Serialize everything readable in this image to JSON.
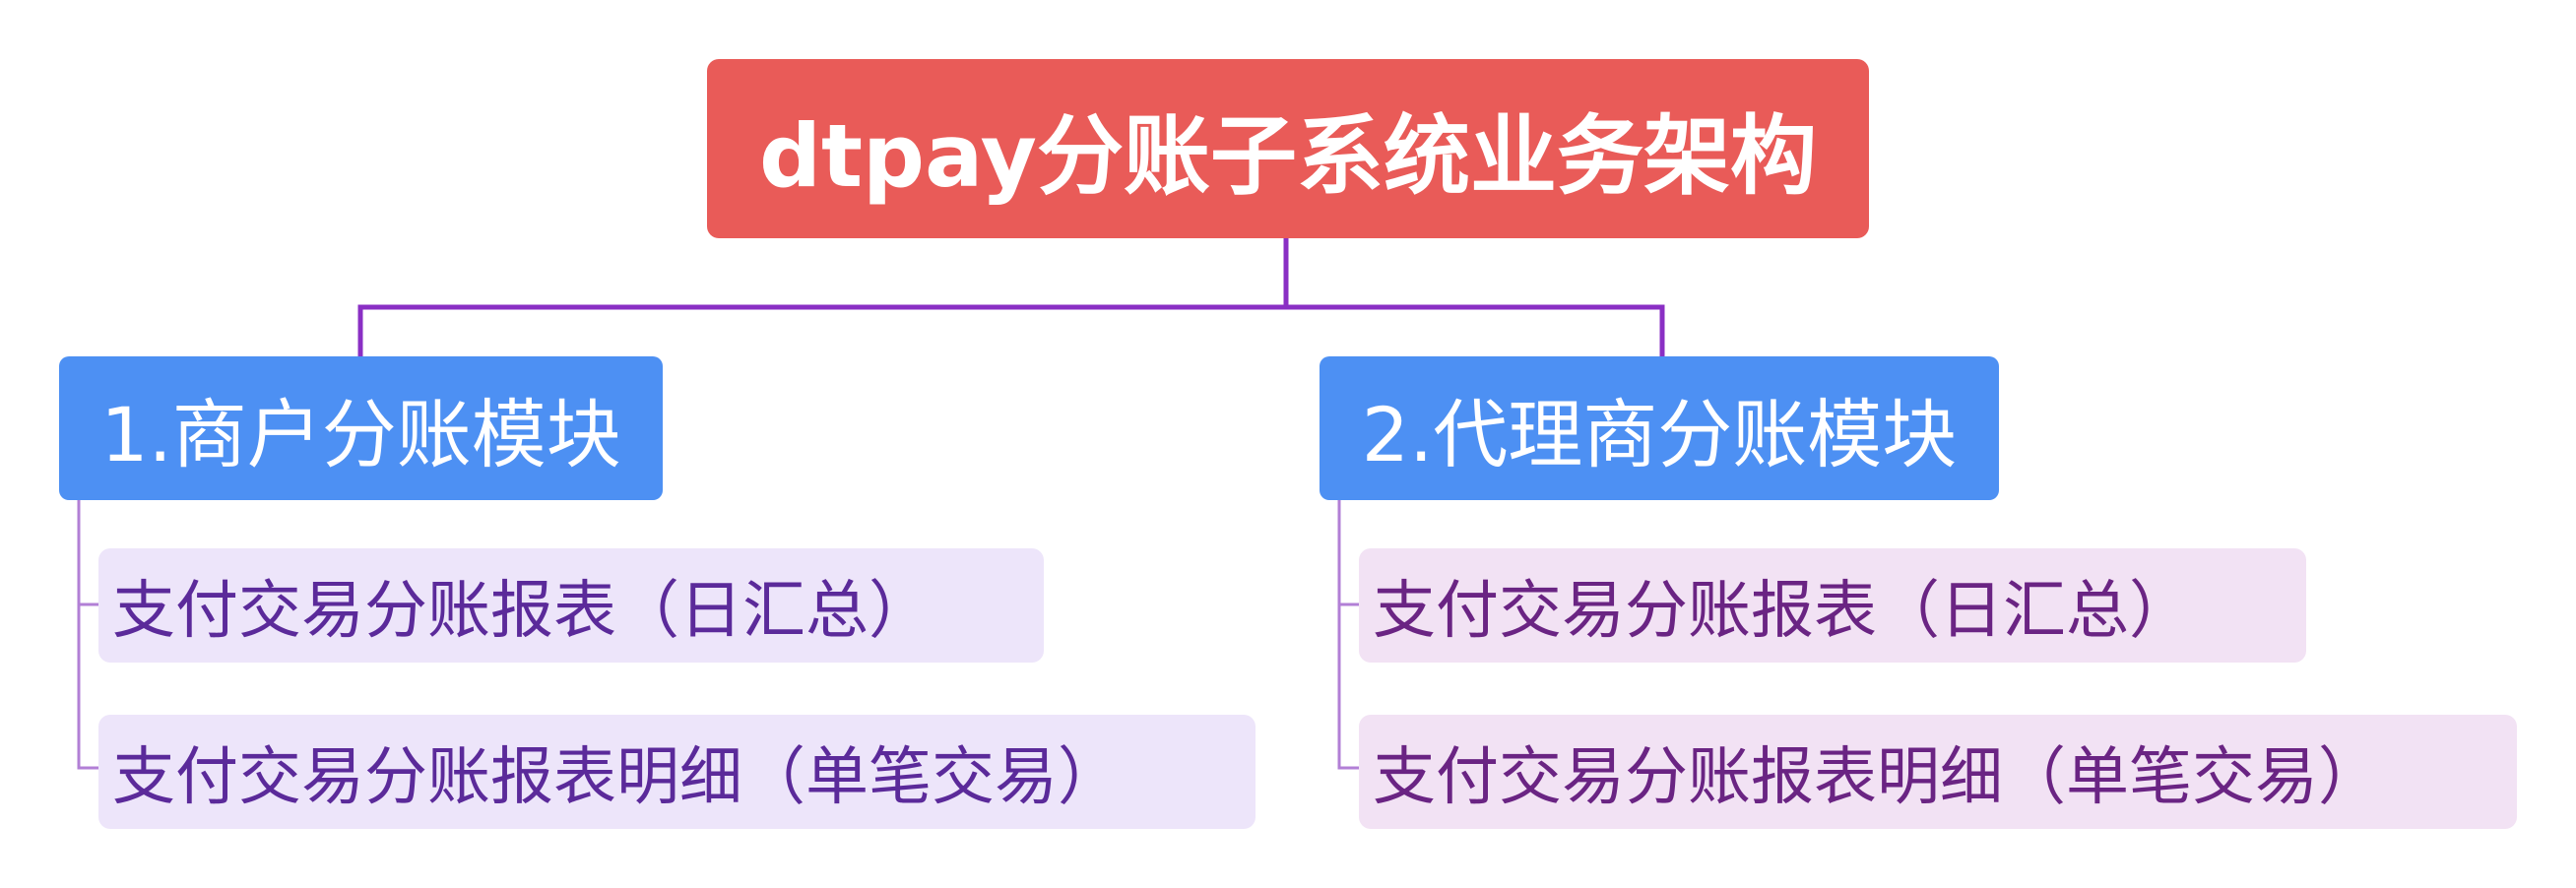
{
  "root": {
    "label": "dtpay分账子系统业务架构"
  },
  "branches": [
    {
      "label": "1.商户分账模块",
      "items": [
        "支付交易分账报表（日汇总）",
        "支付交易分账报表明细（单笔交易）"
      ]
    },
    {
      "label": "2.代理商分账模块",
      "items": [
        "支付交易分账报表（日汇总）",
        "支付交易分账报表明细（单笔交易）"
      ]
    }
  ],
  "colors": {
    "root": "#e95b58",
    "branch": "#4d90f3",
    "connector": "#8a2fc4",
    "leaf_left_bg": "#ede5fa",
    "leaf_right_bg": "#f2e2f4"
  }
}
